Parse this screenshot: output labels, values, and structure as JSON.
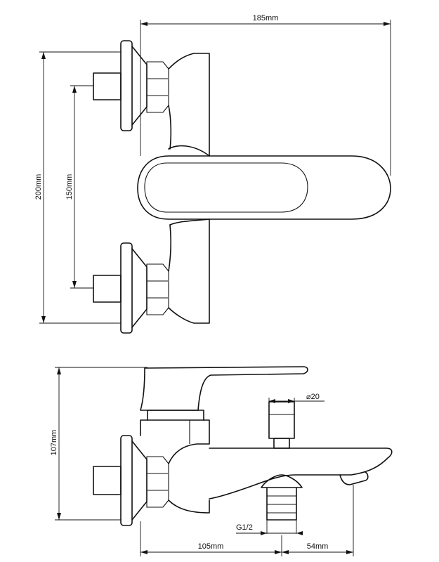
{
  "front_view": {
    "overall_width": "185mm",
    "overall_height": "200mm",
    "inlet_spacing": "150mm"
  },
  "side_view": {
    "height": "107mm",
    "diverter_diameter": "⌀20",
    "thread": "G1/2",
    "wall_to_outlet": "105mm",
    "outlet_to_spout": "54mm"
  }
}
